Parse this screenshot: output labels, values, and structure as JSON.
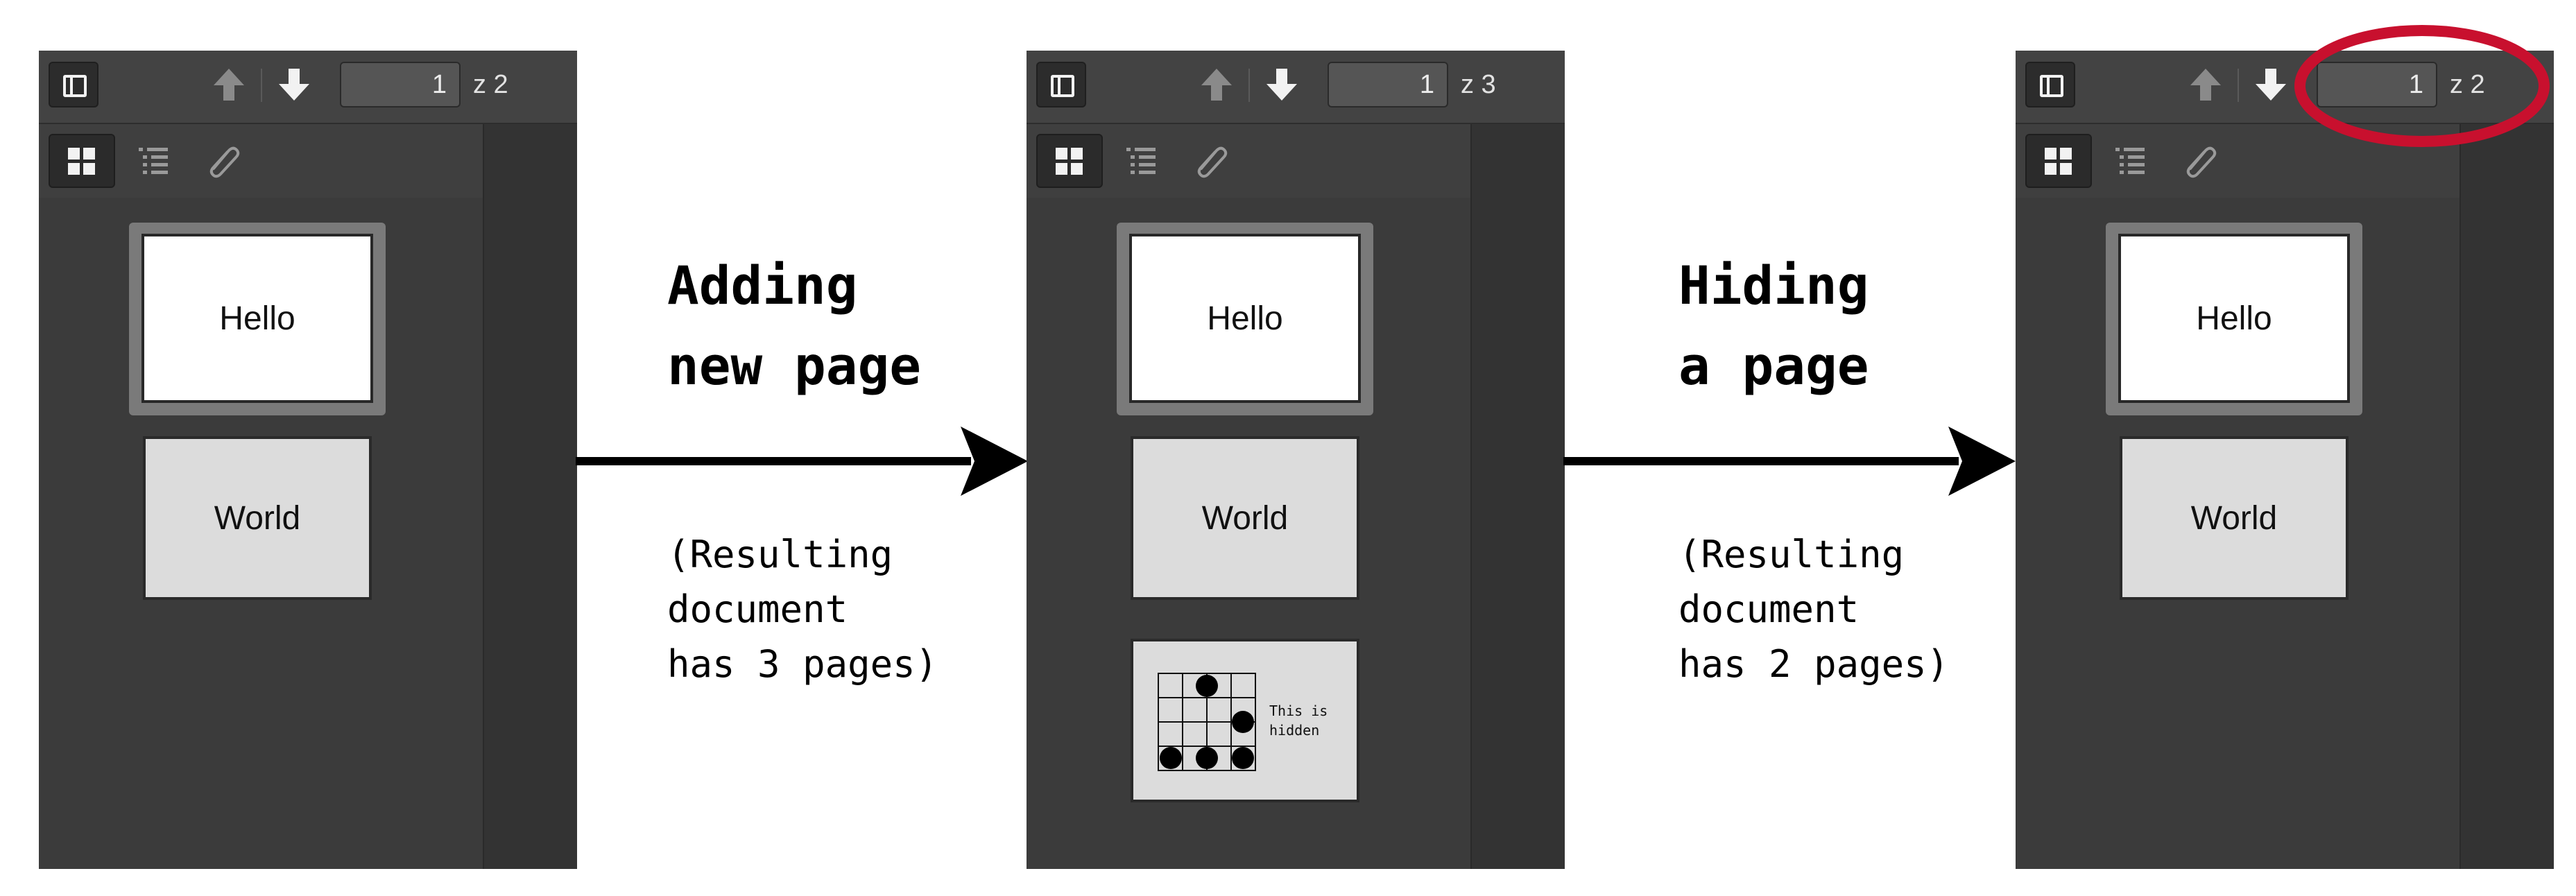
{
  "panels": [
    {
      "page_current": "1",
      "page_total": "z 2",
      "pages": [
        "Hello",
        "World"
      ]
    },
    {
      "page_current": "1",
      "page_total": "z 3",
      "pages": [
        "Hello",
        "World"
      ],
      "hidden_page_text": [
        "This is",
        "hidden"
      ]
    },
    {
      "page_current": "1",
      "page_total": "z 2",
      "pages": [
        "Hello",
        "World"
      ]
    }
  ],
  "steps": [
    {
      "title": [
        "Adding",
        "new page"
      ],
      "note": [
        "(Resulting",
        "document",
        "has 3 pages)"
      ]
    },
    {
      "title": [
        "Hiding",
        "a page"
      ],
      "note": [
        "(Resulting",
        "document",
        "has 2 pages)"
      ]
    }
  ],
  "colors": {
    "highlight": "#c8102e",
    "arrow": "#000000",
    "panel_bg": "#393939"
  },
  "icons": [
    "sidebar-toggle-icon",
    "arrow-up-icon",
    "arrow-down-icon",
    "thumbnails-icon",
    "outline-icon",
    "attachments-icon",
    "highlight-ellipse"
  ]
}
